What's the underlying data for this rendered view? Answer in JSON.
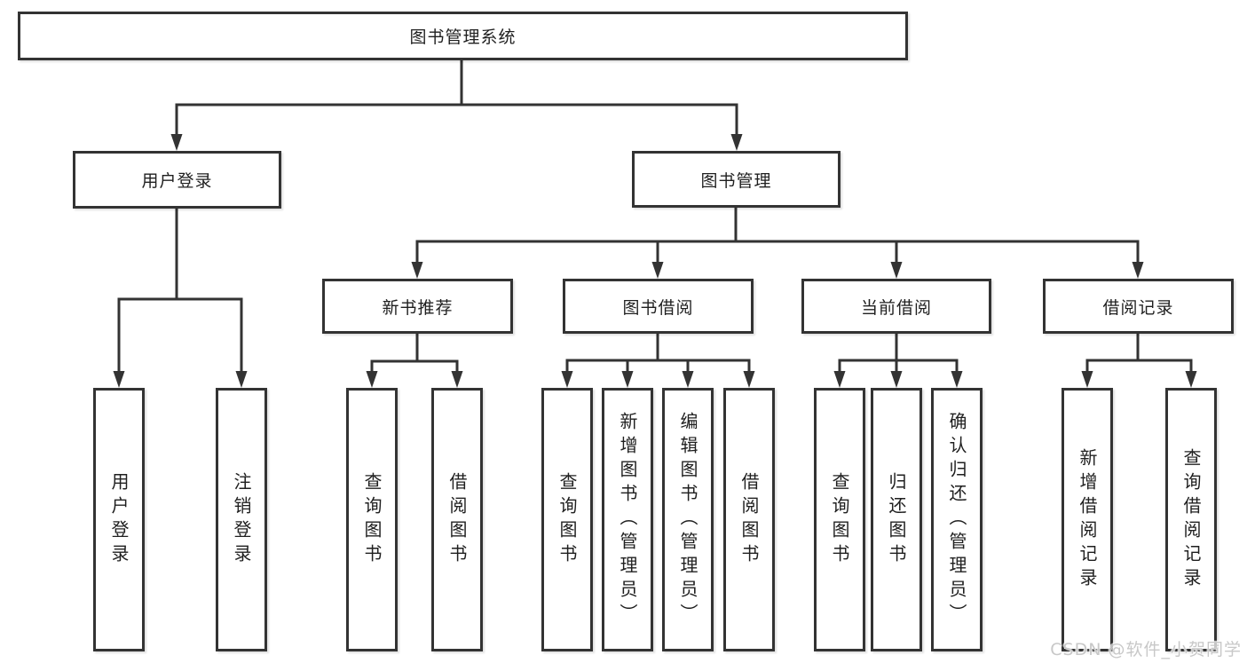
{
  "diagram_title": "图书管理系统",
  "tree": {
    "label": "图书管理系统",
    "children": [
      {
        "label": "用户登录",
        "children": [
          {
            "label": "用户登录"
          },
          {
            "label": "注销登录"
          }
        ]
      },
      {
        "label": "图书管理",
        "children": [
          {
            "label": "新书推荐",
            "children": [
              {
                "label": "查询图书"
              },
              {
                "label": "借阅图书"
              }
            ]
          },
          {
            "label": "图书借阅",
            "children": [
              {
                "label": "查询图书"
              },
              {
                "label": "新增图书（管理员）"
              },
              {
                "label": "编辑图书（管理员）"
              },
              {
                "label": "借阅图书"
              }
            ]
          },
          {
            "label": "当前借阅",
            "children": [
              {
                "label": "查询图书"
              },
              {
                "label": "归还图书"
              },
              {
                "label": "确认归还（管理员）"
              }
            ]
          },
          {
            "label": "借阅记录",
            "children": [
              {
                "label": "新增借阅记录"
              },
              {
                "label": "查询借阅记录"
              }
            ]
          }
        ]
      }
    ]
  },
  "watermark": "CSDN @软件_小贺同学",
  "colors": {
    "line": "#333333",
    "box_border": "#333333",
    "box_fill": "#ffffff",
    "text": "#1f1f1f",
    "watermark": "#c8c8c8",
    "background": "#ffffff"
  }
}
